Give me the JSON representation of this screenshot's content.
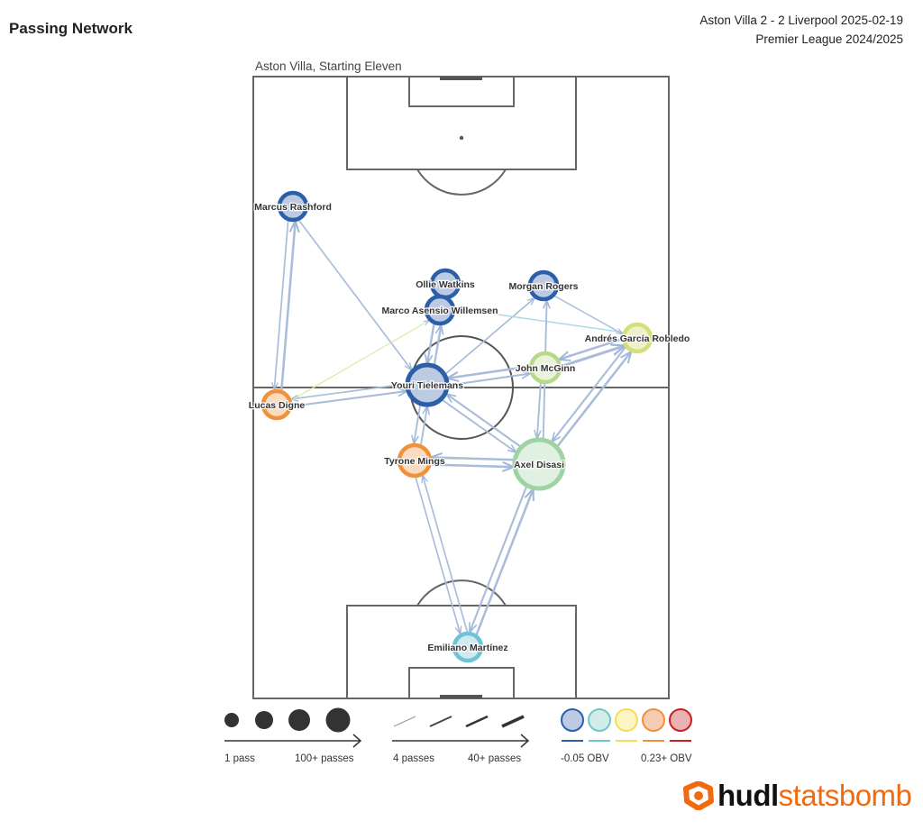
{
  "header": {
    "title": "Passing Network",
    "match": "Aston Villa 2 - 2 Liverpool 2025-02-19",
    "competition": "Premier League 2024/2025",
    "subtitle": "Aston Villa, Starting Eleven"
  },
  "colors": {
    "blue": "#2b5fa8",
    "teal": "#6fc6c7",
    "yellow": "#f3df55",
    "orange": "#f0923a",
    "red": "#cc1f1f"
  },
  "players": [
    {
      "name": "Marcus Rashford",
      "obv": "blue"
    },
    {
      "name": "Ollie Watkins",
      "obv": "blue"
    },
    {
      "name": "Morgan Rogers",
      "obv": "blue"
    },
    {
      "name": "Marco Asensio Willemsen",
      "obv": "blue"
    },
    {
      "name": "Andrés García Robledo",
      "obv": "yellowgreen"
    },
    {
      "name": "John McGinn",
      "obv": "lightgreen"
    },
    {
      "name": "Youri Tielemans",
      "obv": "blue"
    },
    {
      "name": "Lucas Digne",
      "obv": "orange"
    },
    {
      "name": "Tyrone Mings",
      "obv": "orange"
    },
    {
      "name": "Axel Disasi",
      "obv": "green"
    },
    {
      "name": "Emiliano Martínez",
      "obv": "teal"
    }
  ],
  "edges": [
    [
      7,
      0,
      8
    ],
    [
      0,
      7,
      4
    ],
    [
      0,
      6,
      4
    ],
    [
      7,
      6,
      6
    ],
    [
      6,
      7,
      4
    ],
    [
      7,
      3,
      2
    ],
    [
      6,
      3,
      6
    ],
    [
      3,
      6,
      6
    ],
    [
      6,
      1,
      4
    ],
    [
      1,
      6,
      4
    ],
    [
      6,
      2,
      4
    ],
    [
      5,
      6,
      8
    ],
    [
      6,
      5,
      6
    ],
    [
      4,
      5,
      8
    ],
    [
      5,
      4,
      10
    ],
    [
      4,
      3,
      3
    ],
    [
      2,
      4,
      3
    ],
    [
      9,
      4,
      8
    ],
    [
      4,
      9,
      6
    ],
    [
      9,
      2,
      5
    ],
    [
      5,
      9,
      5
    ],
    [
      9,
      6,
      6
    ],
    [
      6,
      9,
      5
    ],
    [
      8,
      9,
      8
    ],
    [
      9,
      8,
      8
    ],
    [
      6,
      8,
      5
    ],
    [
      8,
      6,
      5
    ],
    [
      10,
      8,
      4
    ],
    [
      8,
      10,
      4
    ],
    [
      10,
      9,
      8
    ],
    [
      9,
      10,
      6
    ]
  ],
  "legend": {
    "size_min": "1 pass",
    "size_max": "100+ passes",
    "width_min": "4 passes",
    "width_max": "40+ passes",
    "obv_min": "-0.05 OBV",
    "obv_max": "0.23+ OBV"
  },
  "brand": {
    "part1": "hudl",
    "part2": "statsbomb"
  }
}
